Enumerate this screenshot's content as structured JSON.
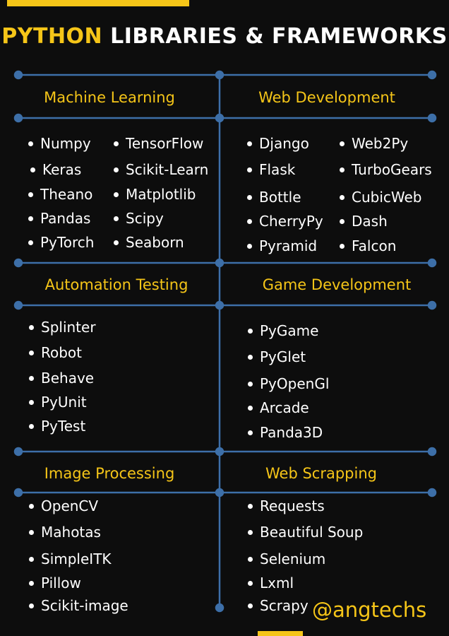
{
  "title": {
    "part1": "PYTHON",
    "part2": "LIBRARIES & FRAMEWORKS"
  },
  "colors": {
    "accent": "#f5c518",
    "line": "#3d6fa8",
    "background": "#0d0d0d",
    "text": "#ffffff"
  },
  "sections": {
    "machine_learning": {
      "heading": "Machine Learning",
      "col1": [
        "Numpy",
        "Keras",
        "Theano",
        "Pandas",
        "PyTorch"
      ],
      "col2": [
        "TensorFlow",
        "Scikit-Learn",
        "Matplotlib",
        "Scipy",
        "Seaborn"
      ]
    },
    "web_development": {
      "heading": "Web Development",
      "col1": [
        "Django",
        "Flask",
        "Bottle",
        "CherryPy",
        "Pyramid"
      ],
      "col2": [
        "Web2Py",
        "TurboGears",
        "CubicWeb",
        "Dash",
        "Falcon"
      ]
    },
    "automation_testing": {
      "heading": "Automation Testing",
      "items": [
        "Splinter",
        "Robot",
        "Behave",
        "PyUnit",
        "PyTest"
      ]
    },
    "game_development": {
      "heading": "Game Development",
      "items": [
        "PyGame",
        "PyGlet",
        "PyOpenGl",
        "Arcade",
        "Panda3D"
      ]
    },
    "image_processing": {
      "heading": "Image Processing",
      "items": [
        "OpenCV",
        "Mahotas",
        "SimpleITK",
        "Pillow",
        "Scikit-image"
      ]
    },
    "web_scrapping": {
      "heading": "Web Scrapping",
      "items": [
        "Requests",
        "Beautiful Soup",
        "Selenium",
        "Lxml",
        "Scrapy"
      ]
    }
  },
  "handle": "@angtechs"
}
